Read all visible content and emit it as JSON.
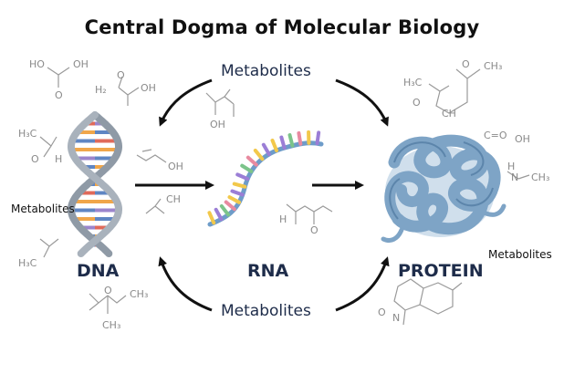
{
  "title": "Central Dogma of Molecular Biology",
  "labels": {
    "dna": "DNA",
    "rna": "RNA",
    "protein": "PROTEIN",
    "metabolites_top": "Metabolites",
    "metabolites_bottom": "Metabolites",
    "metabolites_left": "Metabolites",
    "metabolites_right": "Metabolites"
  },
  "chemistry": {
    "tl_ho": "HO",
    "tl_oh": "OH",
    "tl_o": "O",
    "h2": "H₂",
    "tl2_o": "O",
    "tl2_oh": "OH",
    "h3c_left": "H₃C",
    "o_left": "O",
    "h_left": "H",
    "mid_oh": "OH",
    "mid_ch": "CH",
    "rna_oh": "OH",
    "rna_h": "H",
    "rna_o": "O",
    "bl_h3c": "H₃C",
    "bl_o": "O",
    "bl_ch3": "CH₃",
    "bl_ch3b": "CH₃",
    "tr_ch3": "CH₃",
    "tr_h3c": "H₃C",
    "tr_o": "O",
    "tr_ch": "CH",
    "tr_o2": "O",
    "r_coh": "C=O",
    "r_oh": "OH",
    "r_h": "H",
    "r_n": "N",
    "r_ch3": "CH₃",
    "br_o": "O",
    "br_n": "N"
  },
  "colors": {
    "helix_strand": "#8f9aa6",
    "dna_base_orange": "#f0a64a",
    "dna_base_purple": "#9b85cc",
    "dna_base_blue": "#5f86c3",
    "dna_base_red": "#e06a5a",
    "rna_strand": "#6e9cc9",
    "rna_base_yellow": "#f2c84b",
    "rna_base_purple": "#9b7ed6",
    "rna_base_green": "#7cc48a",
    "rna_base_pink": "#e88aa0",
    "protein": "#7ea4c6",
    "protein_dark": "#4f78a0",
    "arrow": "#111111",
    "chem_line": "#999999"
  }
}
